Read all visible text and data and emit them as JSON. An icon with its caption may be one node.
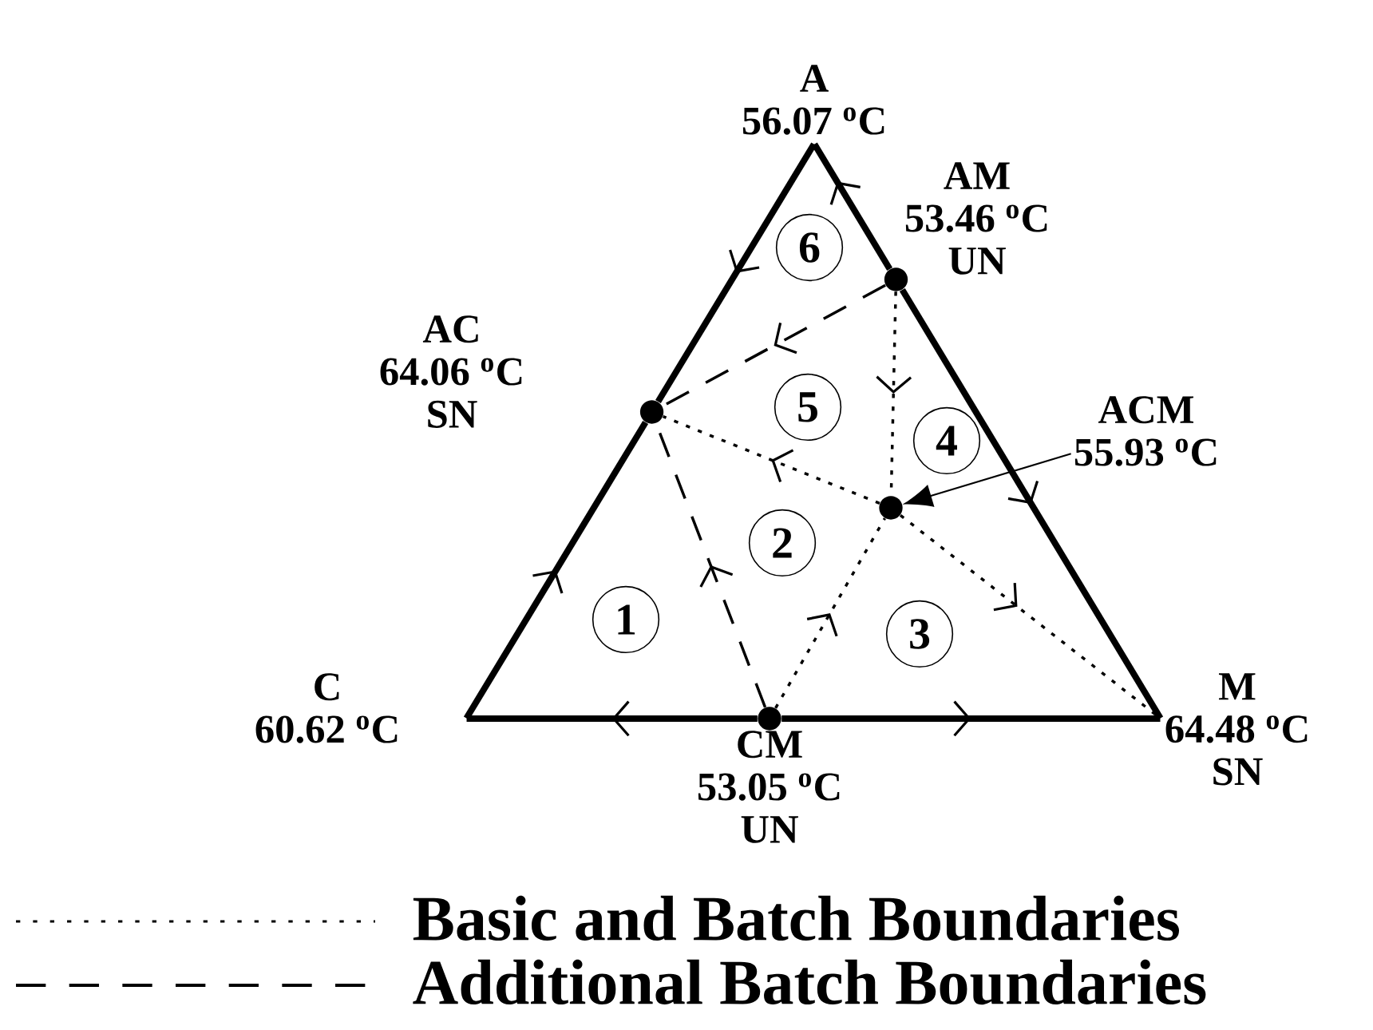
{
  "diagram": {
    "nodes": [
      {
        "text": [
          "A",
          "56.07 $^{o}$C"
        ]
      },
      {
        "text": [
          "AM",
          "53.46 $^{o}$C",
          "UN"
        ]
      },
      {
        "text": [
          "6"
        ]
      },
      {
        "text": [
          "AC",
          "64.06 $^{o}$C",
          "SN"
        ]
      },
      {
        "text": [
          "5"
        ]
      },
      {
        "text": [
          "ACM",
          "55.93 $^{o}$C"
        ]
      },
      {
        "text": [],
        "shape": "circle"
      },
      {
        "text": [
          "4"
        ]
      },
      {
        "text": [
          "2"
        ]
      },
      {
        "text": [
          "1"
        ]
      },
      {
        "text": [
          "3"
        ]
      },
      {
        "text": [
          "C",
          "60.62 $^{o}$C"
        ]
      },
      {
        "text": [
          "M",
          "64.48 $^{o}$C",
          "SN"
        ]
      },
      {
        "text": [
          "CM",
          "53.05 $^{o}$C",
          "UN"
        ]
      }
    ],
    "edges": [
      {
        "from": 0,
        "to": 3,
        "arrow": "to",
        "style": "thick"
      },
      {
        "from": 11,
        "to": 3,
        "arrow": "to",
        "style": "thick"
      },
      {
        "from": 1,
        "to": 0,
        "arrow": "to",
        "style": "thick"
      },
      {
        "from": 1,
        "to": 12,
        "arrow": "to",
        "style": "thick"
      },
      {
        "from": 13,
        "to": 11,
        "arrow": "to",
        "style": "thick"
      },
      {
        "from": 13,
        "to": 12,
        "arrow": "to",
        "style": "thick"
      },
      {
        "from": 1,
        "to": 6,
        "arrow": "to",
        "style": "dashed"
      },
      {
        "from": 6,
        "to": 3,
        "arrow": "to",
        "style": "dashed"
      },
      {
        "from": 6,
        "to": 12,
        "arrow": "to",
        "style": "dashed"
      },
      {
        "from": 13,
        "to": 6,
        "arrow": "to",
        "style": "dashed"
      },
      {
        "from": 1,
        "to": 3,
        "arrow": "to",
        "style": "dashed"
      },
      {
        "from": 13,
        "to": 3,
        "arrow": "to",
        "style": "dashed"
      },
      {
        "from": 5,
        "to": 6,
        "arrow": "to"
      }
    ],
    "legend": [
      {
        "text": "Basic and Batch Boundaries"
      },
      {
        "text": "Additional Batch Boundaries"
      }
    ]
  }
}
